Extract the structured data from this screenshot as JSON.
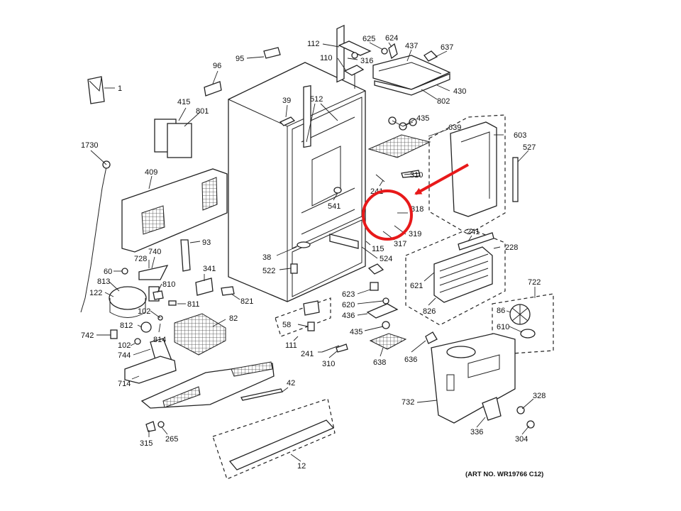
{
  "art_number": "(ART NO. WR19766 C12)",
  "highlight": {
    "color": "#e8191a"
  },
  "callouts": {
    "c1": "1",
    "c1730": "1730",
    "c409": "409",
    "c415": "415",
    "c801": "801",
    "c96": "96",
    "c95": "95",
    "c112": "112",
    "c110": "110",
    "c316": "316",
    "c625": "625",
    "c624": "624",
    "c437": "437",
    "c637": "637",
    "c430": "430",
    "c802": "802",
    "c435a": "435",
    "c639": "639",
    "c603": "603",
    "c527": "527",
    "c39": "39",
    "c512": "512",
    "c541": "541",
    "c310a": "310",
    "c241a": "241",
    "c318": "318",
    "c319": "319",
    "c317": "317",
    "c115": "115",
    "c524": "524",
    "c38": "38",
    "c522": "522",
    "c93": "93",
    "c728": "728",
    "c740": "740",
    "c60": "60",
    "c813": "813",
    "c122": "122",
    "c810": "810",
    "c341": "341",
    "c821": "821",
    "c811": "811",
    "c102a": "102",
    "c812": "812",
    "c814": "814",
    "c82": "82",
    "c742": "742",
    "c102b": "102",
    "c744": "744",
    "c714": "714",
    "c42": "42",
    "c315": "315",
    "c265": "265",
    "c12": "12",
    "c58": "58",
    "c111": "111",
    "c241b": "241",
    "c310b": "310",
    "c623": "623",
    "c620": "620",
    "c436": "436",
    "c435b": "435",
    "c638": "638",
    "c636": "636",
    "c241c": "241",
    "c228": "228",
    "c621": "621",
    "c826": "826",
    "c722": "722",
    "c86": "86",
    "c610": "610",
    "c732": "732",
    "c328": "328",
    "c336": "336",
    "c304": "304"
  }
}
